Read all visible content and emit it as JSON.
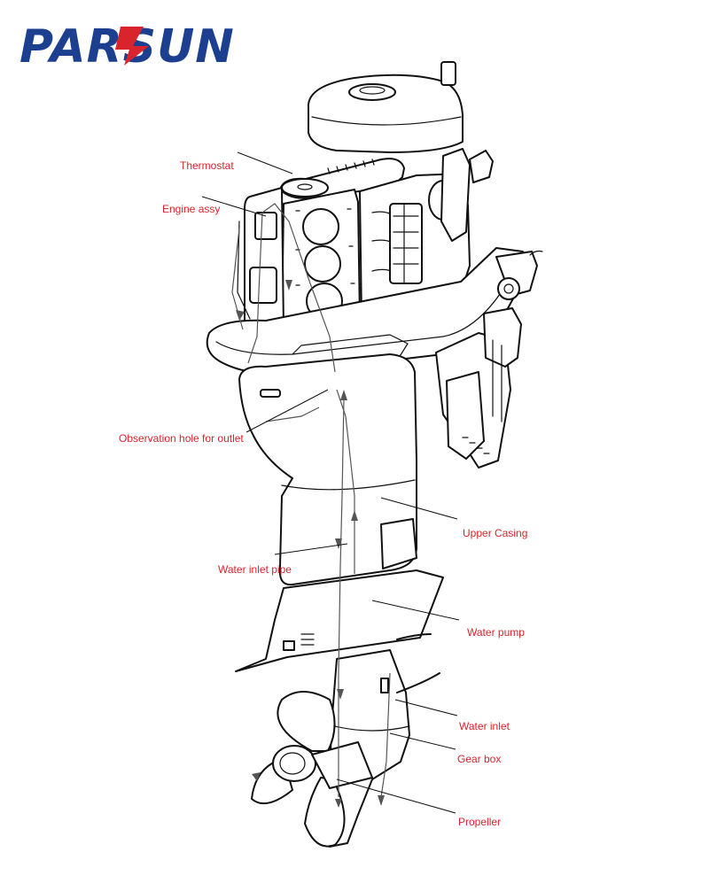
{
  "brand": {
    "logo_text": "PARSUN",
    "logo_color": "#1d3f8f",
    "logo_accent_color": "#d9232d"
  },
  "label_color": "#d9232d",
  "labels": [
    {
      "id": "thermostat",
      "text": "Thermostat"
    },
    {
      "id": "engine-assy",
      "text": "Engine assy"
    },
    {
      "id": "observation-hole",
      "text": "Observation hole for outlet"
    },
    {
      "id": "upper-casing",
      "text": "Upper Casing"
    },
    {
      "id": "water-inlet-pipe",
      "text": "Water inlet pipe"
    },
    {
      "id": "water-pump",
      "text": "Water pump"
    },
    {
      "id": "water-inlet",
      "text": "Water inlet"
    },
    {
      "id": "gear-box",
      "text": "Gear box"
    },
    {
      "id": "propeller",
      "text": "Propeller"
    }
  ]
}
